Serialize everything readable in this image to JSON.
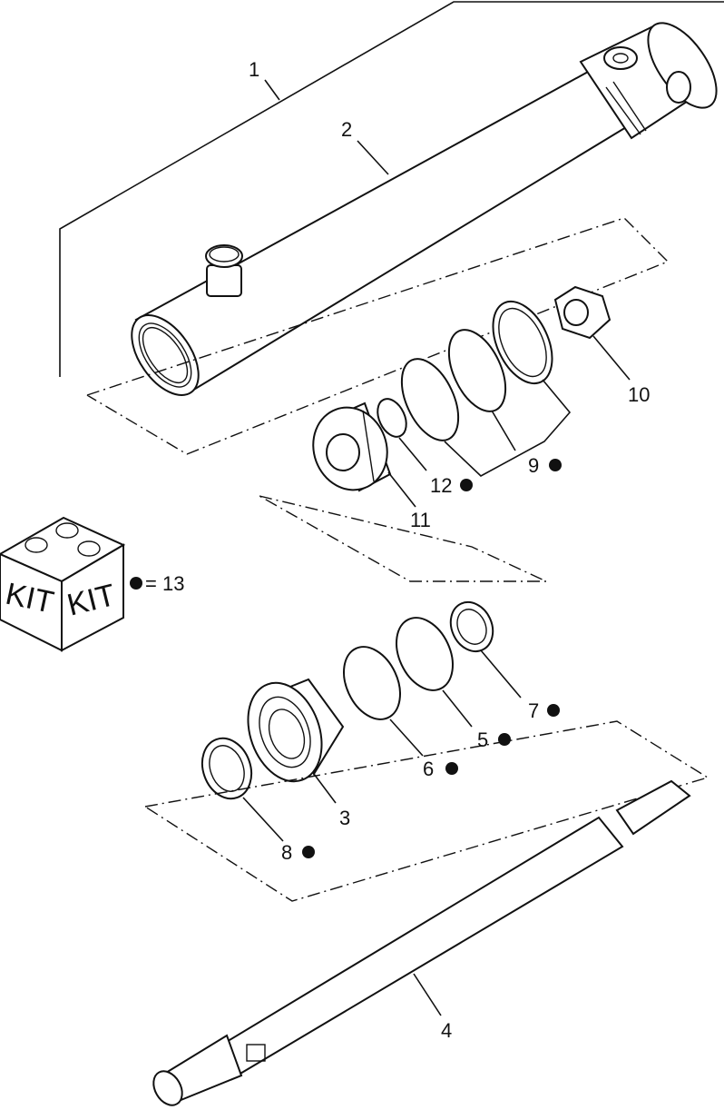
{
  "callouts": [
    {
      "id": "1",
      "label": "1",
      "kit": false
    },
    {
      "id": "2",
      "label": "2",
      "kit": false
    },
    {
      "id": "3",
      "label": "3",
      "kit": false
    },
    {
      "id": "4",
      "label": "4",
      "kit": false
    },
    {
      "id": "5",
      "label": "5",
      "kit": true
    },
    {
      "id": "6",
      "label": "6",
      "kit": true
    },
    {
      "id": "7",
      "label": "7",
      "kit": true
    },
    {
      "id": "8",
      "label": "8",
      "kit": true
    },
    {
      "id": "9",
      "label": "9",
      "kit": true
    },
    {
      "id": "10",
      "label": "10",
      "kit": false
    },
    {
      "id": "11",
      "label": "11",
      "kit": false
    },
    {
      "id": "12",
      "label": "12",
      "kit": true
    }
  ],
  "kit_legend": {
    "box_label_left": "KIT",
    "box_label_right": "KIT",
    "equals_text": "= 13"
  }
}
